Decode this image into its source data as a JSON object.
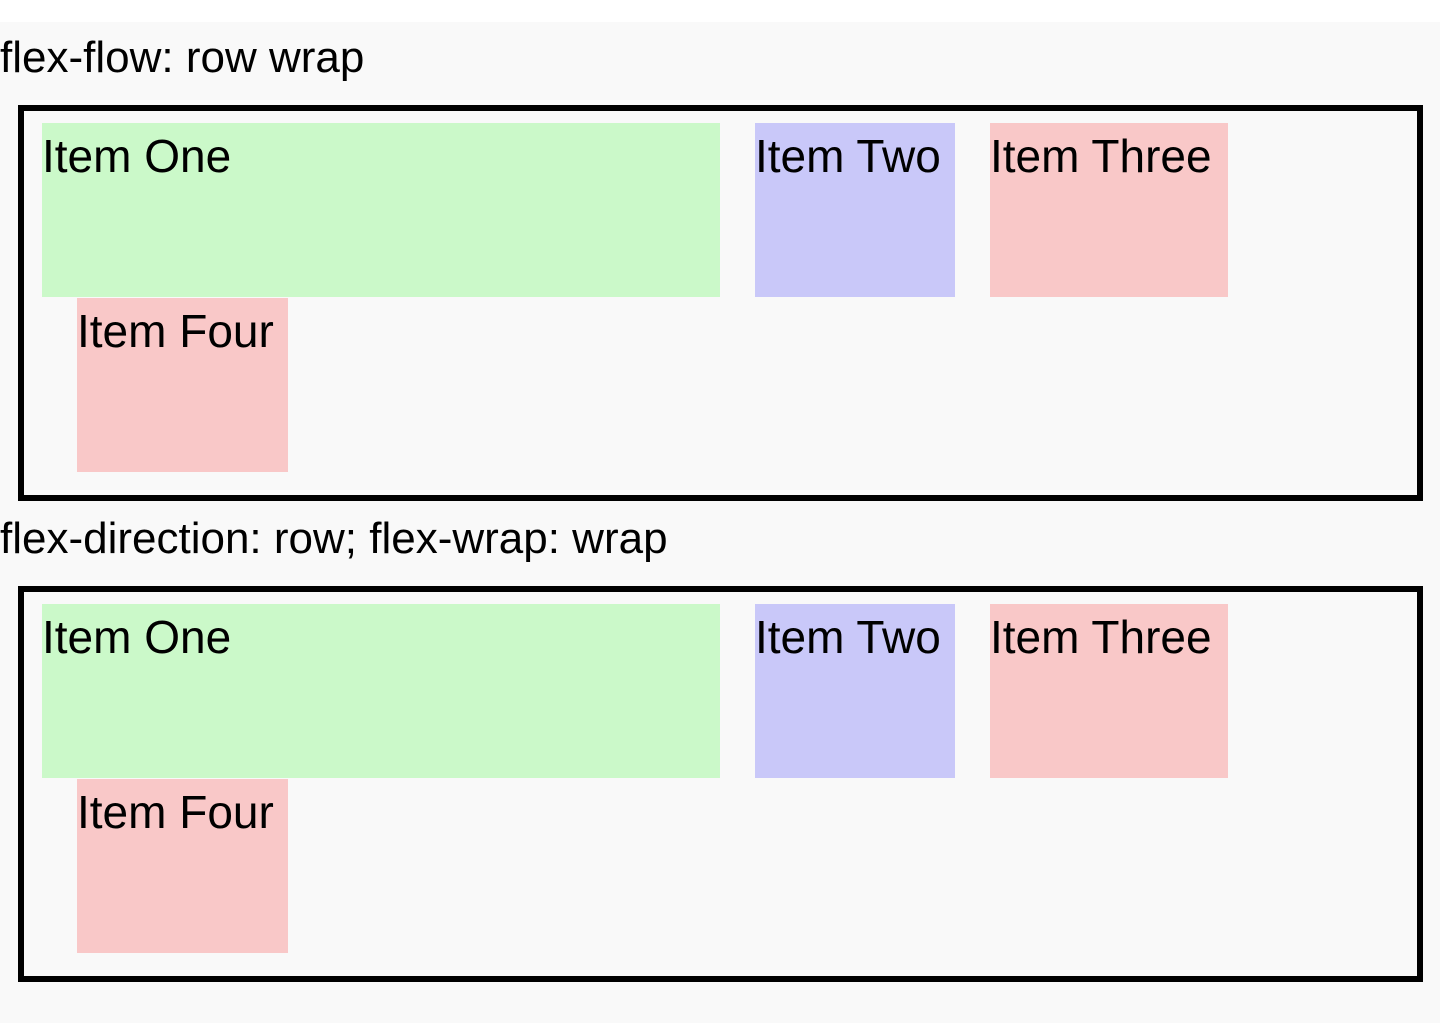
{
  "colors": {
    "page_background": "#f9f9f9",
    "border": "#000000",
    "green_item": "#cbf9c9",
    "blue_item": "#c9c8f9",
    "red_item": "#f9c8c8"
  },
  "sections": [
    {
      "caption": "flex-flow: row wrap",
      "items": [
        {
          "label": "Item One",
          "color": "#cbf9c9"
        },
        {
          "label": "Item Two",
          "color": "#c9c8f9"
        },
        {
          "label": "Item Three",
          "color": "#f9c8c8"
        },
        {
          "label": "Item Four",
          "color": "#f9c8c8"
        }
      ]
    },
    {
      "caption": "flex-direction: row; flex-wrap: wrap",
      "items": [
        {
          "label": "Item One",
          "color": "#cbf9c9"
        },
        {
          "label": "Item Two",
          "color": "#c9c8f9"
        },
        {
          "label": "Item Three",
          "color": "#f9c8c8"
        },
        {
          "label": "Item Four",
          "color": "#f9c8c8"
        }
      ]
    }
  ]
}
